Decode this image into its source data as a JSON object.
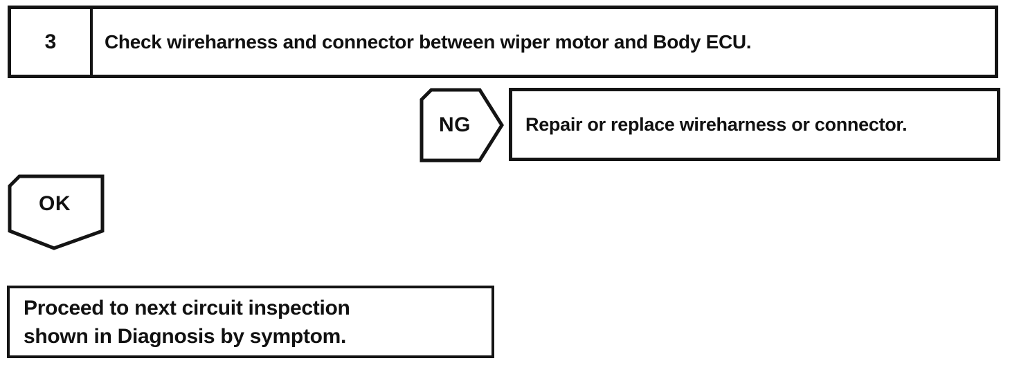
{
  "flowchart": {
    "step": {
      "number": "3",
      "instruction": "Check wireharness and connector between wiper motor and Body ECU."
    },
    "ng_branch": {
      "label": "NG",
      "action": "Repair or replace wireharness or connector."
    },
    "ok_branch": {
      "label": "OK"
    },
    "result": {
      "line1": "Proceed to next circuit inspection",
      "line2": "shown in Diagnosis by symptom."
    },
    "colors": {
      "ink": "#141414",
      "background": "#ffffff"
    }
  }
}
